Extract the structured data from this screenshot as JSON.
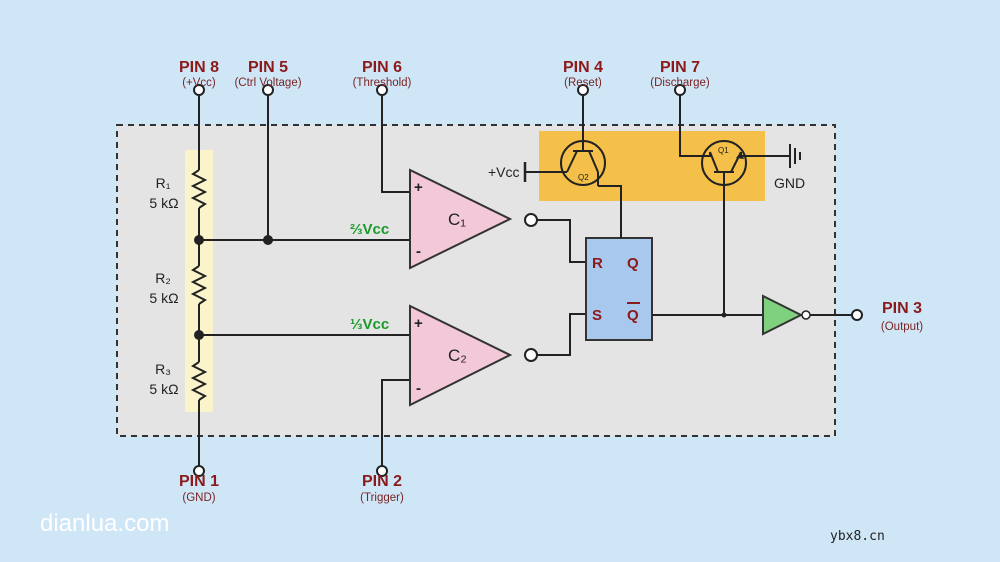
{
  "pins": {
    "pin8": {
      "name": "PIN 8",
      "desc": "(+Vcc)"
    },
    "pin5": {
      "name": "PIN 5",
      "desc": "(Ctrl Voltage)"
    },
    "pin6": {
      "name": "PIN 6",
      "desc": "(Threshold)"
    },
    "pin4": {
      "name": "PIN 4",
      "desc": "(Reset)"
    },
    "pin7": {
      "name": "PIN 7",
      "desc": "(Discharge)"
    },
    "pin3": {
      "name": "PIN 3",
      "desc": "(Output)"
    },
    "pin1": {
      "name": "PIN 1",
      "desc": "(GND)"
    },
    "pin2": {
      "name": "PIN 2",
      "desc": "(Trigger)"
    }
  },
  "resistors": [
    {
      "name": "R₁",
      "value": "5 kΩ"
    },
    {
      "name": "R₂",
      "value": "5 kΩ"
    },
    {
      "name": "R₃",
      "value": "5 kΩ"
    }
  ],
  "comparators": {
    "c1": "C₁",
    "c2": "C₂",
    "plus": "+",
    "minus": "-"
  },
  "ref_levels": {
    "two_thirds": "⅔Vcc",
    "one_third": "⅓Vcc"
  },
  "flipflop": {
    "r": "R",
    "s": "S",
    "q": "Q",
    "qbar": "Q"
  },
  "transistors": {
    "q2": "Q2",
    "q1": "Q1"
  },
  "supply": {
    "vcc": "+Vcc",
    "gnd": "GND"
  },
  "watermarks": {
    "left": "dianlua.com",
    "right": "ybx8.cn"
  },
  "colors": {
    "background": "#cfe6f7",
    "chip": "#e4e4e4",
    "comparator": "#f3c9d9",
    "flipflop": "#a9c8ee",
    "buffer": "#7fd17f",
    "transistor_band": "#f4c04a",
    "resistor_band": "#fbf3c9",
    "pin_text": "#8b1a1a",
    "ref_text": "#1a9a2a"
  }
}
